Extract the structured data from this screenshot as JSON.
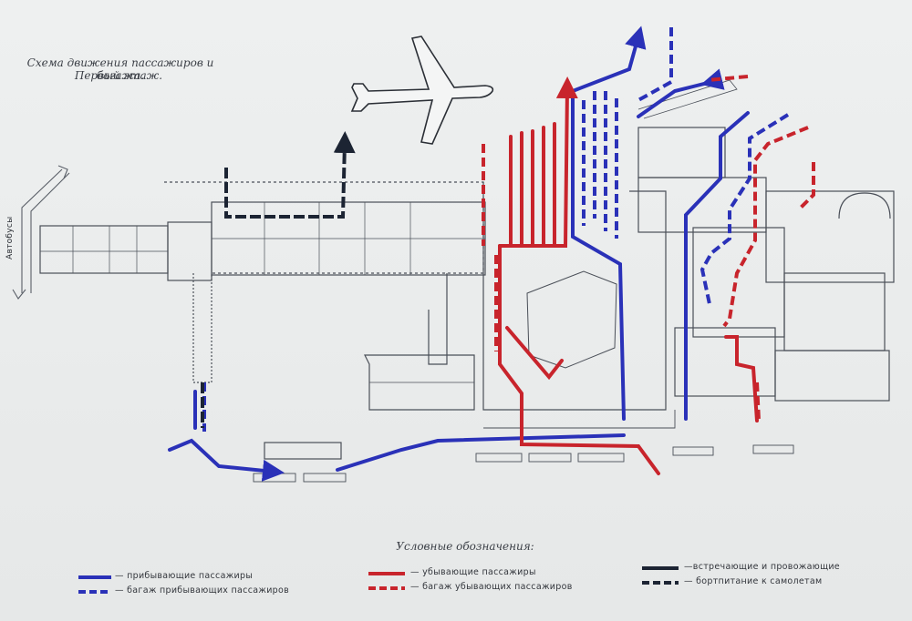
{
  "title": {
    "line1": "Схема движения пассажиров и багажа.",
    "line2": "Первый этаж."
  },
  "bus_label": "Автобусы",
  "legend": {
    "heading": "Условные обозначения:",
    "items": [
      {
        "key": "arriving",
        "label": "— прибывающие пассажиры",
        "color": "#2a31b8",
        "style": "solid"
      },
      {
        "key": "arriving_baggage",
        "label": "— багаж прибывающих пассажиров",
        "color": "#2a31b8",
        "style": "dashed"
      },
      {
        "key": "departing",
        "label": "— убывающие пассажиры",
        "color": "#c8242c",
        "style": "solid"
      },
      {
        "key": "departing_baggage",
        "label": "— багаж убывающих пассажиров",
        "color": "#c8242c",
        "style": "dashed"
      },
      {
        "key": "greeters",
        "label": "—встречающие и провожающие",
        "color": "#1c2433",
        "style": "solid"
      },
      {
        "key": "catering",
        "label": "— бортпитание к самолетам",
        "color": "#1c2433",
        "style": "dashed"
      }
    ]
  },
  "colors": {
    "blue": "#2a31b8",
    "red": "#c8242c",
    "dark": "#1c2433",
    "plan": "#4a4f58"
  }
}
